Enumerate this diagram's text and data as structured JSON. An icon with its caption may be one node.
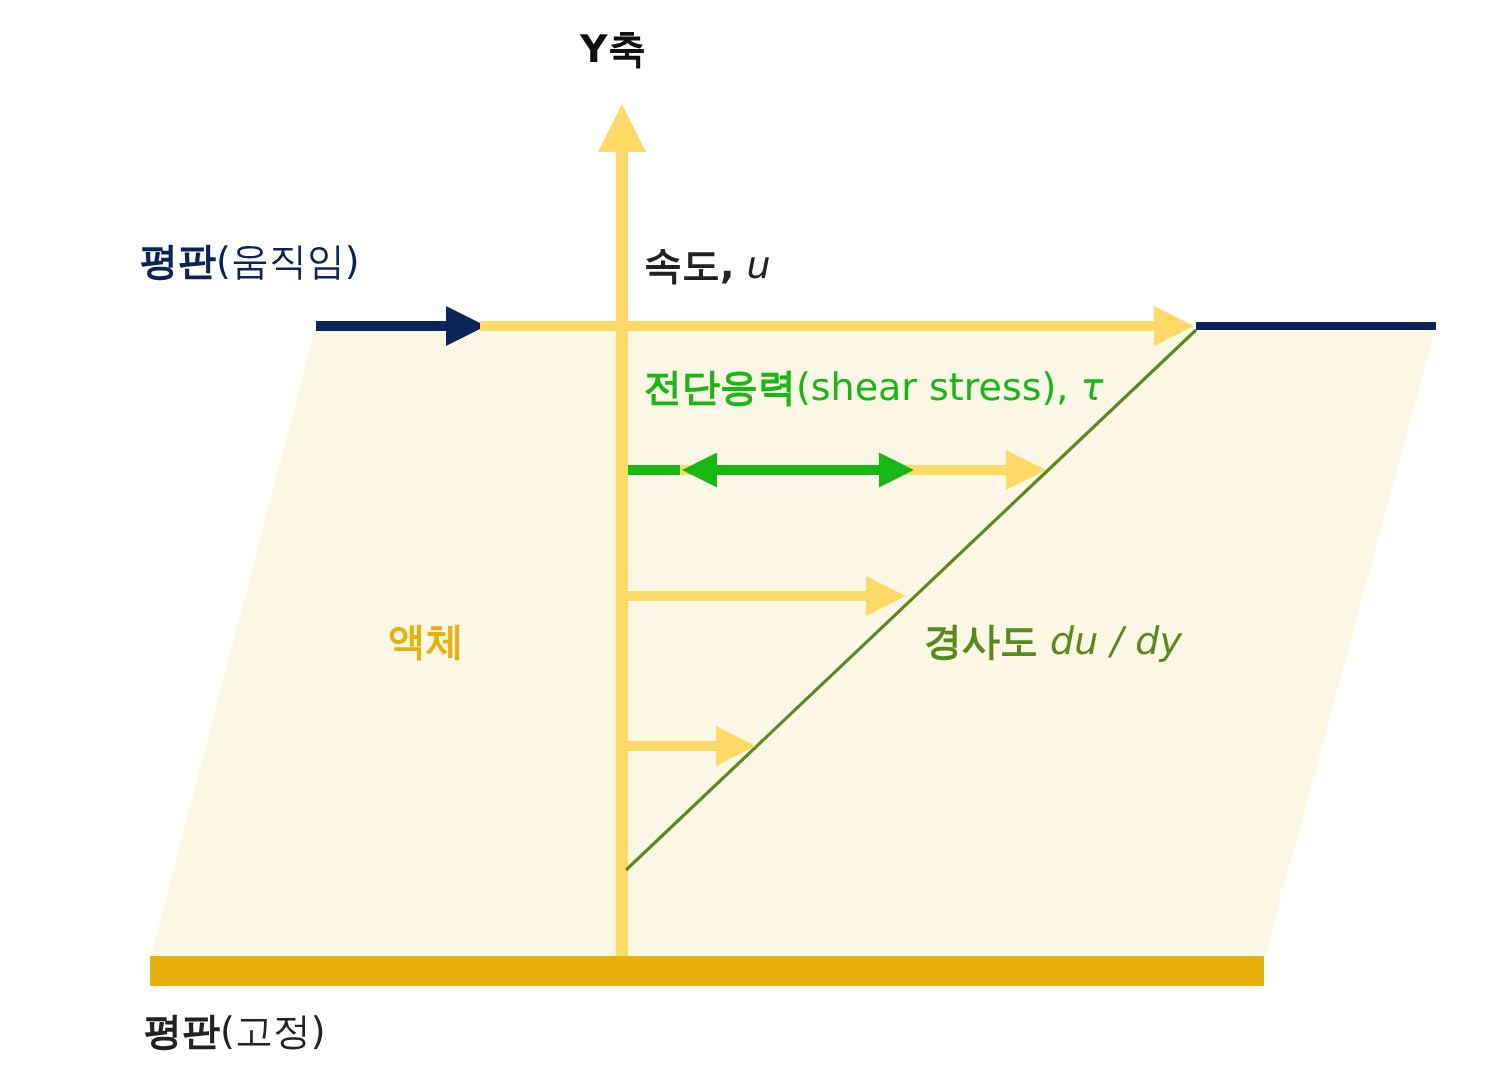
{
  "diagram": {
    "nodes": [
      {
        "text": [],
        "shape": "bar"
      }
    ],
    "labels": [
      "Y축",
      "**평판**(움직임)",
      "**속도,** *u*",
      "**전단응력**(shear stress), *τ*",
      "액체",
      "**경사도** *du / dy*",
      "**평판**(고정)"
    ]
  }
}
